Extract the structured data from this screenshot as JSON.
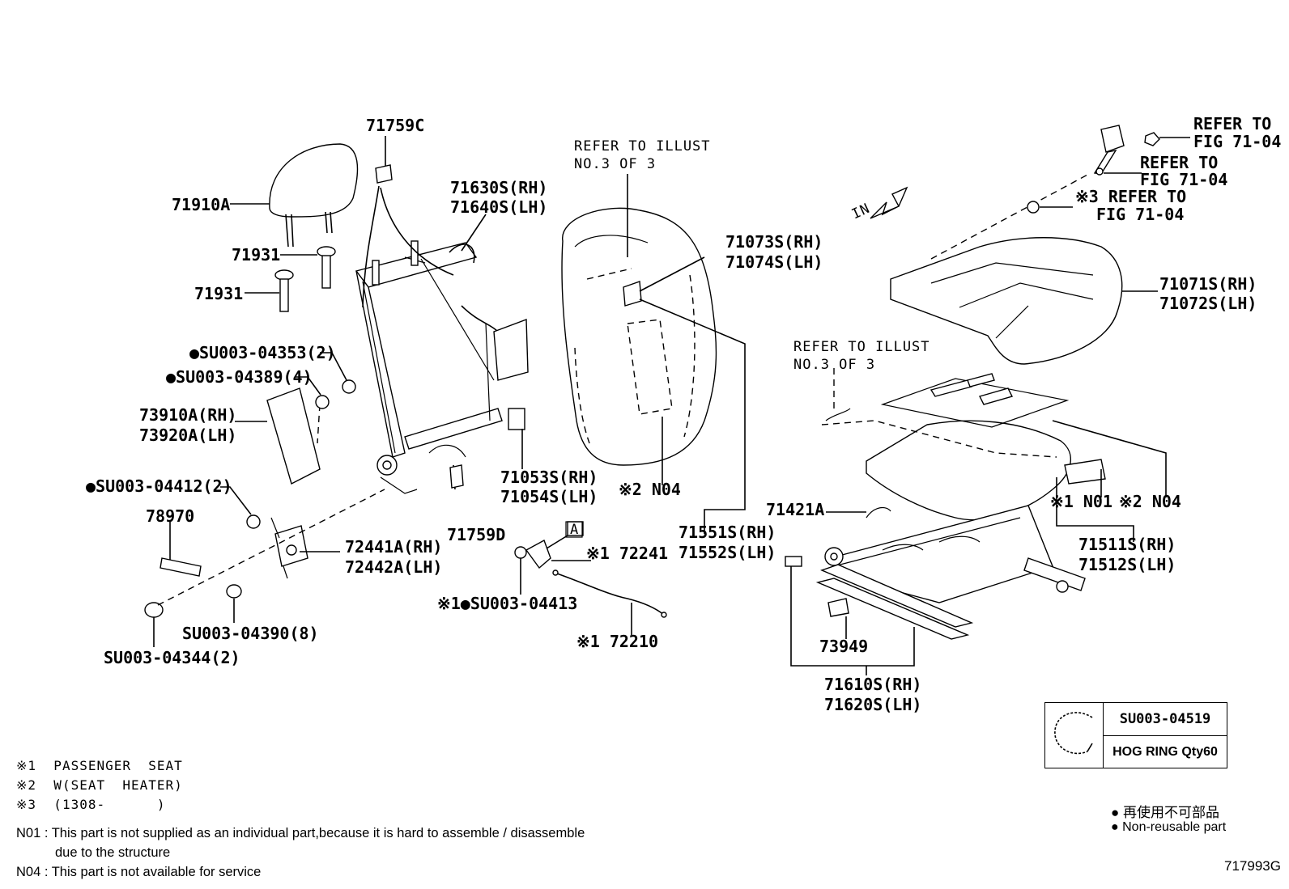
{
  "labels": {
    "l71759C": "71759C",
    "l71910A": "71910A",
    "l71931a": "71931",
    "l71931b": "71931",
    "lSU04353": "●SU003-04353(2)",
    "lSU04389": "●SU003-04389(4)",
    "l73910A": "73910A(RH)",
    "l73920A": "73920A(LH)",
    "lSU04412": "●SU003-04412(2)",
    "l78970": "78970",
    "l72441A": "72441A(RH)",
    "l72442A": "72442A(LH)",
    "lSU04390": "SU003-04390(8)",
    "lSU04344": "SU003-04344(2)",
    "l71630S": "71630S(RH)",
    "l71640S": "71640S(LH)",
    "l71053S": "71053S(RH)",
    "l71054S": "71054S(LH)",
    "l71759D": "71759D",
    "lBoxA": "A",
    "l72241": "※1 72241",
    "lSU04413": "※1●SU003-04413",
    "l72210": "※1 72210",
    "lRefer1a": "REFER TO ILLUST",
    "lRefer1b": "NO.3 OF 3",
    "l71073S": "71073S(RH)",
    "l71074S": "71074S(LH)",
    "lN04a": "※2 N04",
    "l71551S": "71551S(RH)",
    "l71552S": "71552S(LH)",
    "lIN": "IN",
    "lRefFig1a": "REFER TO",
    "lRefFig1b": "FIG 71-04",
    "lRefFig2a": "REFER TO",
    "lRefFig2b": "FIG 71-04",
    "lRefFig3a": "※3 REFER TO",
    "lRefFig3b": "FIG 71-04",
    "l71071S": "71071S(RH)",
    "l71072S": "71072S(LH)",
    "lRefer2a": "REFER TO ILLUST",
    "lRefer2b": "NO.3 OF 3",
    "l71421A": "71421A",
    "lN01": "※1 N01",
    "lN04b": "※2 N04",
    "l71511S": "71511S(RH)",
    "l71512S": "71512S(LH)",
    "l73949": "73949",
    "l71610S": "71610S(RH)",
    "l71620S": "71620S(LH)"
  },
  "hogring": {
    "part": "SU003-04519",
    "desc": "HOG RING Qty60"
  },
  "legend": {
    "jp": "● 再使用不可部品",
    "en": "● Non-reusable part"
  },
  "notes": {
    "n1": "※1  PASSENGER  SEAT",
    "n2": "※2  W(SEAT  HEATER)",
    "n3": "※3  (1308-      )",
    "n01a": "N01 : This part is not supplied as an individual part,because it is hard to assemble / disassemble",
    "n01b": "due to the structure",
    "n04": "N04 : This part is not available for service"
  },
  "figure_id": "717993G"
}
